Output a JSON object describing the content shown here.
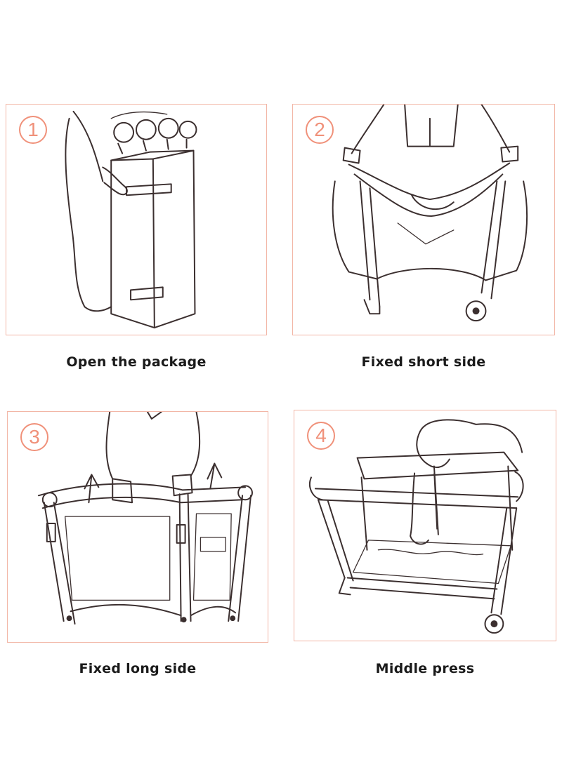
{
  "steps": [
    {
      "number": "1",
      "caption": "Open the package",
      "icon": "package-box-illustration"
    },
    {
      "number": "2",
      "caption": "Fixed short side",
      "icon": "lift-short-side-illustration"
    },
    {
      "number": "3",
      "caption": "Fixed long side",
      "icon": "lift-long-side-illustration"
    },
    {
      "number": "4",
      "caption": "Middle press",
      "icon": "press-middle-illustration"
    }
  ],
  "colors": {
    "accent": "#f0917a",
    "border": "#f2b6a6",
    "ink": "#3b2f2f"
  }
}
